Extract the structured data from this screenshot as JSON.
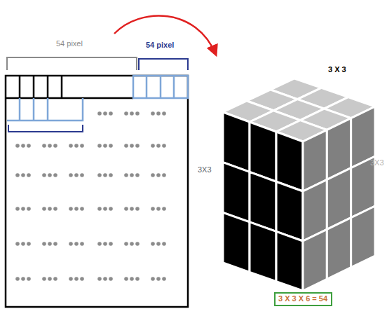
{
  "diagram": {
    "nodes": [
      {
        "text": [
          "3 X 3 X 6 = 54"
        ]
      }
    ],
    "labels": [
      "54 pixel",
      "54 pixel",
      "3 X 3",
      "3X3",
      "3X3"
    ]
  }
}
